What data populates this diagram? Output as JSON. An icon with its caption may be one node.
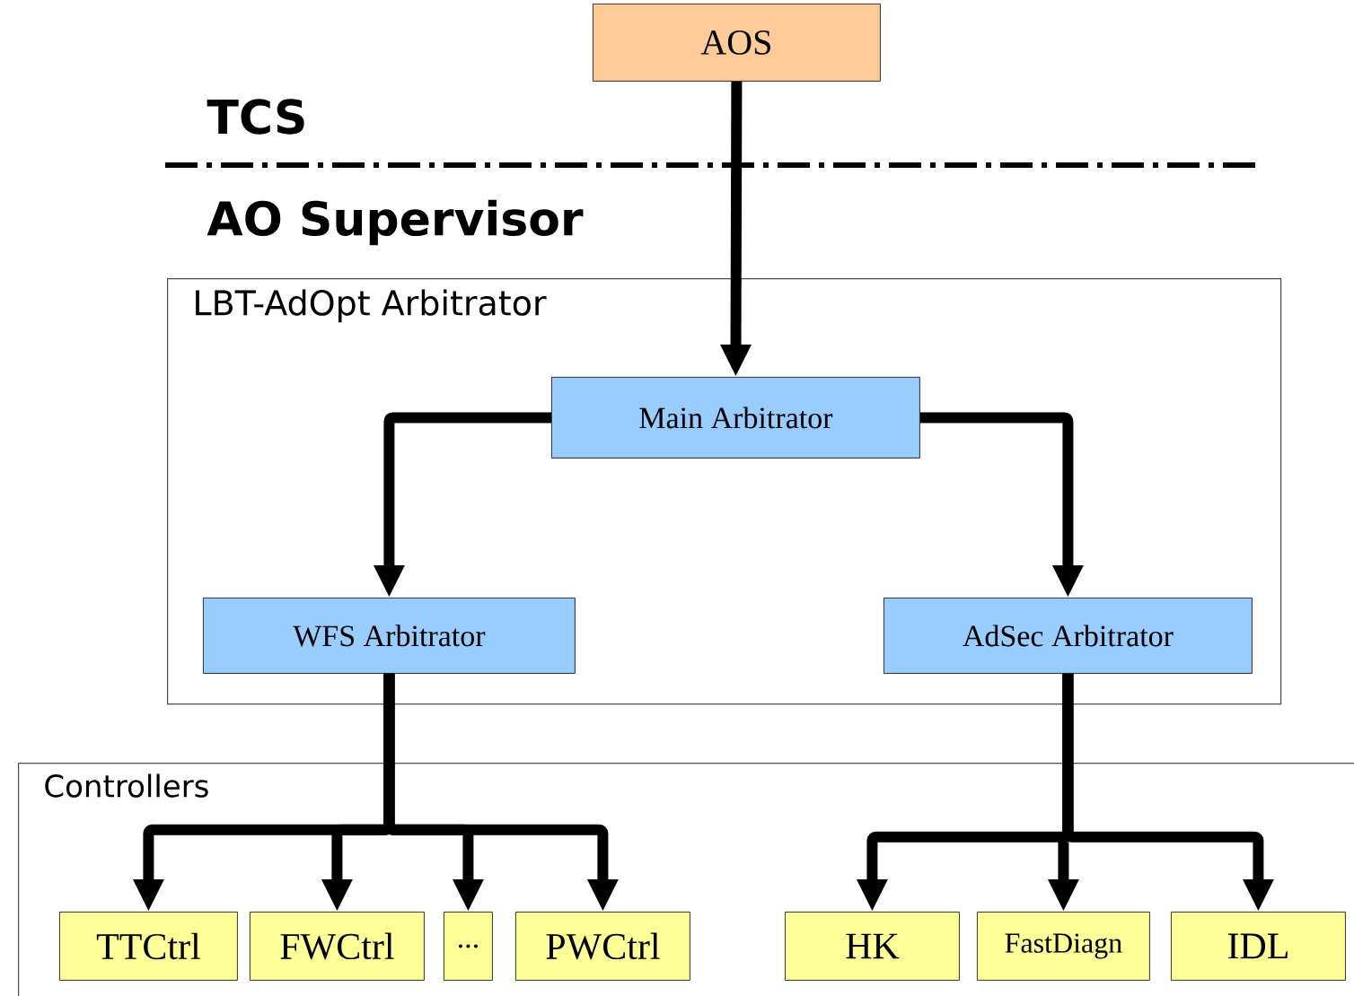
{
  "diagram": {
    "nodes": [
      {
        "text": [
          "AOS"
        ]
      },
      {
        "text": [
          "LBT-AdOpt Arbitrator"
        ]
      },
      {
        "text": [
          "Main Arbitrator"
        ],
        "in": 1
      },
      {
        "text": [
          "WFS Arbitrator"
        ],
        "in": 1
      },
      {
        "text": [
          "AdSec Arbitrator"
        ],
        "in": 1
      },
      {
        "text": [
          "Controllers"
        ]
      },
      {
        "text": [
          "TTCtrl"
        ],
        "in": 5
      },
      {
        "text": [
          "FWCtrl"
        ],
        "in": 5
      },
      {
        "text": [
          "..."
        ],
        "in": 5
      },
      {
        "text": [
          "PWCtrl"
        ],
        "in": 5
      },
      {
        "text": [
          "HK"
        ],
        "in": 5
      },
      {
        "text": [
          "FastDiagn"
        ],
        "in": 5
      },
      {
        "text": [
          "IDL"
        ],
        "in": 5
      }
    ],
    "edges": [
      {
        "from": 0,
        "to": 2,
        "arrow": "to"
      },
      {
        "from": 2,
        "to": 3,
        "arrow": "to"
      },
      {
        "from": 2,
        "to": 4,
        "arrow": "to"
      },
      {
        "from": 3,
        "to": 6,
        "arrow": "to"
      },
      {
        "from": 3,
        "to": 7,
        "arrow": "to"
      },
      {
        "from": 3,
        "to": 8,
        "arrow": "to"
      },
      {
        "from": 3,
        "to": 9,
        "arrow": "to"
      },
      {
        "from": 4,
        "to": 10,
        "arrow": "to"
      },
      {
        "from": 4,
        "to": 11,
        "arrow": "to"
      },
      {
        "from": 4,
        "to": 12,
        "arrow": "to"
      }
    ],
    "labels": [
      "TCS",
      "AO Supervisor"
    ]
  }
}
